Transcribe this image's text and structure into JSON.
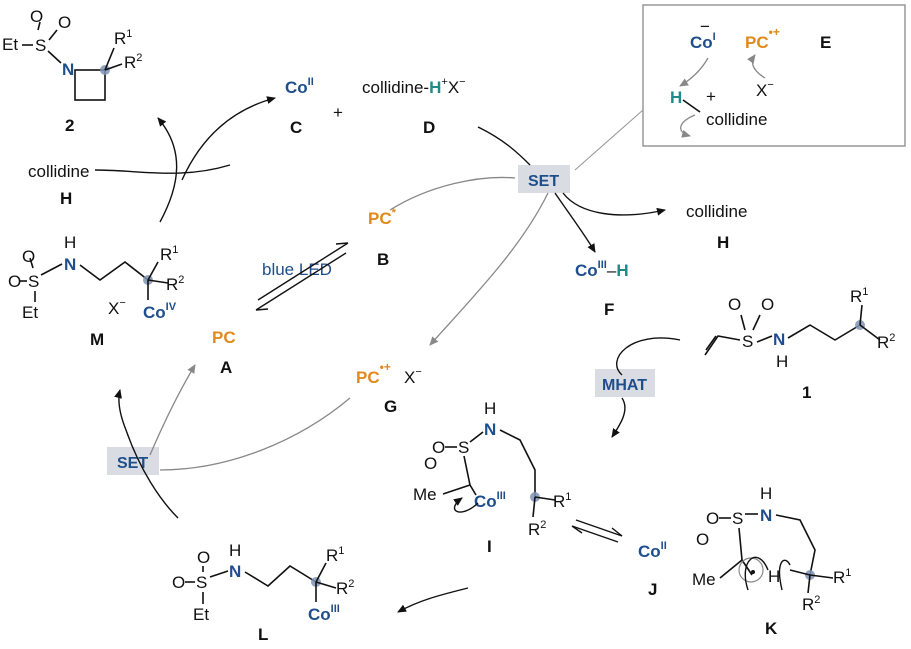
{
  "colors": {
    "cobalt": "#1f4e8c",
    "photocatalyst": "#e08a1e",
    "hydrogen": "#1e8a8a",
    "badge": "#d9dde3"
  },
  "species": {
    "A": {
      "id": "A",
      "label": "PC"
    },
    "B": {
      "id": "B",
      "label": "PC",
      "sup": "*"
    },
    "C": {
      "id": "C",
      "label": "Co",
      "sup": "II",
      "plus": "+"
    },
    "D": {
      "id": "D",
      "label": "collidine-",
      "h": "H",
      "sup": "+",
      "x": "X",
      "xsup": "−"
    },
    "E": {
      "id": "E",
      "co": "Co",
      "cosup": "I",
      "neg": "−",
      "pc": "PC",
      "pcsup": "•+",
      "h": "H",
      "plus": "+",
      "collidine": "collidine",
      "x": "X",
      "xsup": "−"
    },
    "F": {
      "id": "F",
      "co": "Co",
      "cosup": "III",
      "dash": "–",
      "h": "H"
    },
    "G": {
      "id": "G",
      "pc": "PC",
      "pcsup": "•+",
      "x": "X",
      "xsup": "−"
    },
    "H1": {
      "id": "H",
      "text": "collidine"
    },
    "H2": {
      "id": "H",
      "text": "collidine"
    },
    "I": {
      "id": "I",
      "me": "Me",
      "co": "Co",
      "cosup": "III",
      "r1": "R",
      "r1sub": "1",
      "r2": "R",
      "r2sub": "2",
      "s": "S",
      "o": "O",
      "n": "N",
      "nh": "H"
    },
    "J": {
      "id": "J",
      "co": "Co",
      "cosup": "II"
    },
    "K": {
      "id": "K",
      "me": "Me",
      "h": "H",
      "r1": "R",
      "r1sub": "1",
      "r2": "R",
      "r2sub": "2",
      "s": "S",
      "o": "O",
      "n": "N",
      "nh": "H"
    },
    "L": {
      "id": "L",
      "et": "Et",
      "co": "Co",
      "cosup": "III",
      "r1": "R",
      "r1sub": "1",
      "r2": "R",
      "r2sub": "2",
      "s": "S",
      "o": "O",
      "n": "N",
      "nh": "H"
    },
    "M": {
      "id": "M",
      "et": "Et",
      "co": "Co",
      "cosup": "IV",
      "x": "X",
      "xsup": "−",
      "r1": "R",
      "r1sub": "1",
      "r2": "R",
      "r2sub": "2",
      "s": "S",
      "o": "O",
      "n": "N",
      "nh": "H"
    },
    "P2": {
      "id": "2",
      "et": "Et",
      "s": "S",
      "o": "O",
      "n": "N",
      "r1": "R",
      "r1sub": "1",
      "r2": "R",
      "r2sub": "2"
    },
    "P1": {
      "id": "1",
      "s": "S",
      "o": "O",
      "n": "N",
      "nh": "H",
      "r1": "R",
      "r1sub": "1",
      "r2": "R",
      "r2sub": "2"
    }
  },
  "badges": {
    "set_top": "SET",
    "set_left": "SET",
    "mhat": "MHAT"
  },
  "labels": {
    "blue_led": "blue LED"
  }
}
